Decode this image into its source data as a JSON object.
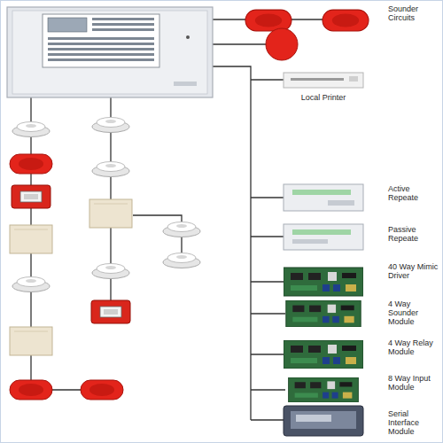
{
  "diagram": {
    "labels": [
      "Sounder Circuits",
      "Local Printer",
      "Active Repeate",
      "Passive Repeate",
      "40 Way Mimic Driver",
      "4 Way Sounder Module",
      "4 Way Relay Module",
      "8 Way Input Module",
      "Serial Interface Module"
    ]
  }
}
